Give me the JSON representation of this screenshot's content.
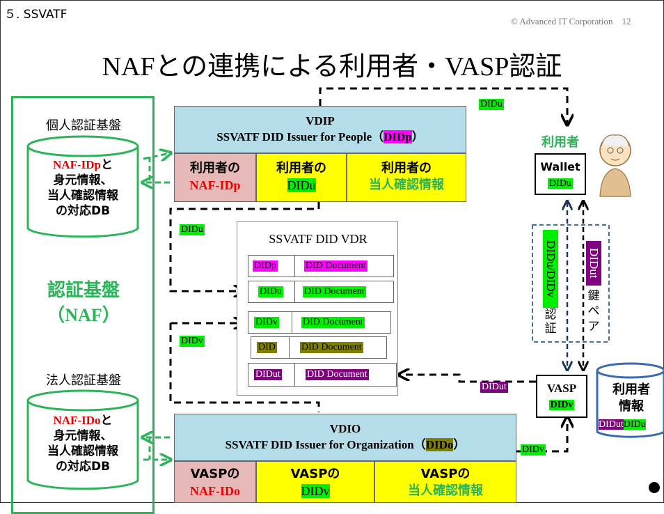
{
  "header": {
    "section": "５. SSVATF",
    "copyright": "© Advanced IT Corporation　12",
    "title": "NAFとの連携による利用者・VASP認証"
  },
  "naf": {
    "label_line1": "認証基盤",
    "label_line2": "（NAF）",
    "personal": {
      "title": "個人認証基盤",
      "id": "NAF-IDp",
      "id_suffix": "と",
      "lines": [
        "身元情報、",
        "当人確認情報",
        "の対応DB"
      ]
    },
    "corporate": {
      "title": "法人認証基盤",
      "id": "NAF-IDo",
      "id_suffix": "と",
      "lines": [
        "身元情報、",
        "当人確認情報",
        "の対応DB"
      ]
    }
  },
  "vdip": {
    "name": "VDIP",
    "full_prefix": "SSVATF DID Issuer for People（",
    "did": "DIDp",
    "full_suffix": "）",
    "cells": [
      {
        "top": "利用者の",
        "bottom": "NAF-IDp"
      },
      {
        "top": "利用者の",
        "bottom": "DIDu"
      },
      {
        "top": "利用者の",
        "bottom": "当人確認情報"
      }
    ]
  },
  "vdio": {
    "name": "VDIO",
    "full_prefix": "SSVATF DID Issuer for Organization（",
    "did": "DIDo",
    "full_suffix": "）",
    "cells": [
      {
        "top": "VASPの",
        "bottom": "NAF-IDo"
      },
      {
        "top": "VASPの",
        "bottom": "DIDv"
      },
      {
        "top": "VASPの",
        "bottom": "当人確認情報"
      }
    ]
  },
  "vdr": {
    "title": "SSVATF DID VDR",
    "rows": [
      {
        "did": "DIDp",
        "doc": "DID Document",
        "color": "#ff00ff"
      },
      {
        "did": "DIDu",
        "doc": "DID Document",
        "color": "#00ee00"
      },
      {
        "did": "DIDv",
        "doc": "DID Document",
        "color": "#00ee00"
      },
      {
        "did": "DID",
        "doc": "DID Document",
        "color": "#808000"
      },
      {
        "did": "DIDut",
        "doc": "DID Document",
        "color": "#800080"
      }
    ]
  },
  "flow_labels": {
    "didu_top": "DIDu",
    "didu_left": "DIDu",
    "didv_left": "DIDv",
    "didut_right": "DIDut",
    "didv_bottom": "DIDv"
  },
  "user": {
    "label": "利用者",
    "wallet": "Wallet",
    "wallet_did": "DIDu"
  },
  "auth_panel": {
    "left_vertical": "DIDu/DIDv",
    "left_kanji": [
      "認",
      "証"
    ],
    "right_vertical": "DIDut",
    "right_text": [
      "鍵",
      "ペ",
      "ア"
    ]
  },
  "vasp": {
    "label": "VASP",
    "did": "DIDv"
  },
  "user_info_db": {
    "line1": "利用者",
    "line2": "情報",
    "did1": "DIDut",
    "did2": "DIDu"
  },
  "colors": {
    "naf_green": "#2db35a",
    "issuer_header_blue": "#b4dde9",
    "cell_pink": "#e6b8b7",
    "cell_yellow": "#ffff00",
    "auth_panel_border": "#4a6fa5",
    "db_border_blue": "#3a6ab0"
  }
}
